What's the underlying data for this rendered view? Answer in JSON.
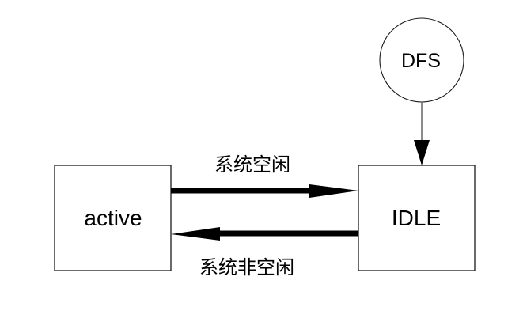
{
  "diagram": {
    "type": "state-transition-diagram",
    "background_color": "#ffffff",
    "colors": {
      "node_fill": "#ffffff",
      "node_stroke": "#1a1a1a",
      "thick_arrow": "#000000",
      "thin_edge_line": "#666666",
      "label_text": "#000000"
    },
    "nodes": {
      "dfs": {
        "label": "DFS",
        "shape": "circle"
      },
      "active": {
        "label": "active",
        "shape": "rectangle"
      },
      "idle": {
        "label": "IDLE",
        "shape": "rectangle"
      }
    },
    "edges": {
      "dfs_to_idle": {
        "from": "DFS",
        "to": "IDLE",
        "label": "",
        "style": "thin-line-filled-arrowhead"
      },
      "active_to_idle": {
        "from": "active",
        "to": "IDLE",
        "label": "系统空闲",
        "style": "thick-arrow"
      },
      "idle_to_active": {
        "from": "IDLE",
        "to": "active",
        "label": "系统非空闲",
        "style": "thick-arrow"
      }
    }
  }
}
